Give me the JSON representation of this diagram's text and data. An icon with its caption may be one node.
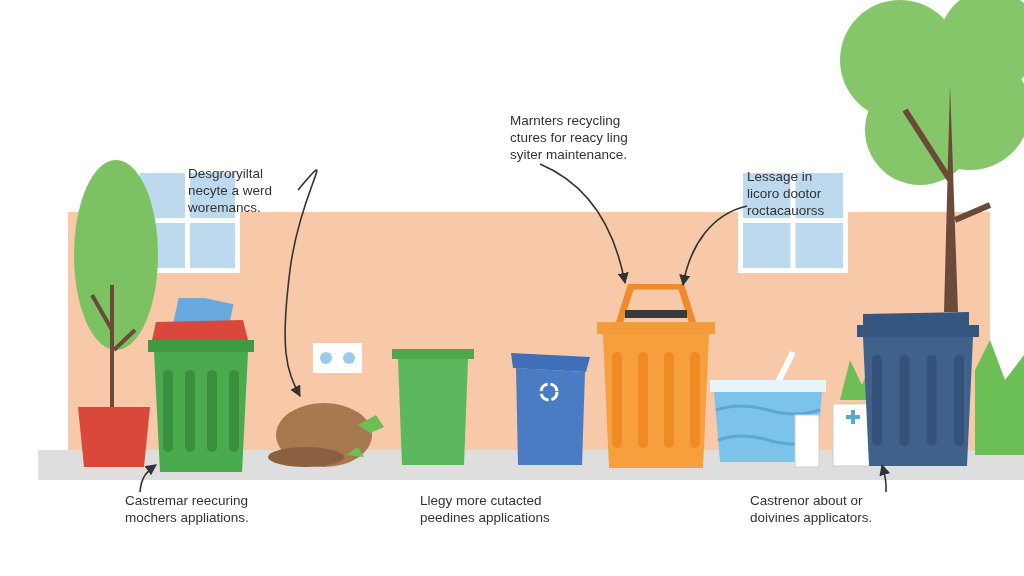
{
  "diagram": {
    "nodes": [
      {
        "text": [
          "Desgroryiltal necyte a werd woremancs."
        ]
      },
      {
        "text": [
          "Marnters recycling ctures for reacy ling syiter maintenance."
        ]
      },
      {
        "text": [
          "Lessage in licoro dootor roctacauorss"
        ]
      },
      {
        "text": [
          "Castremar reecuring mochers appliations."
        ]
      },
      {
        "text": [
          "Castrenor about or doivines applicators."
        ]
      },
      {
        "text": [],
        "shape": "picture"
      },
      {
        "text": [],
        "shape": "picture"
      },
      {
        "text": [],
        "shape": "picture"
      },
      {
        "text": [],
        "shape": "picture"
      }
    ],
    "edges": [
      {
        "from": 0,
        "to": 6,
        "arrow": "to"
      },
      {
        "from": 1,
        "to": 7,
        "arrow": "to"
      },
      {
        "from": 2,
        "to": 7,
        "arrow": "to"
      },
      {
        "from": 3,
        "to": 5,
        "arrow": "to"
      },
      {
        "from": 4,
        "to": 8,
        "arrow": "to"
      }
    ],
    "labels": [
      "Llegy more cutacted peedines applications"
    ]
  }
}
